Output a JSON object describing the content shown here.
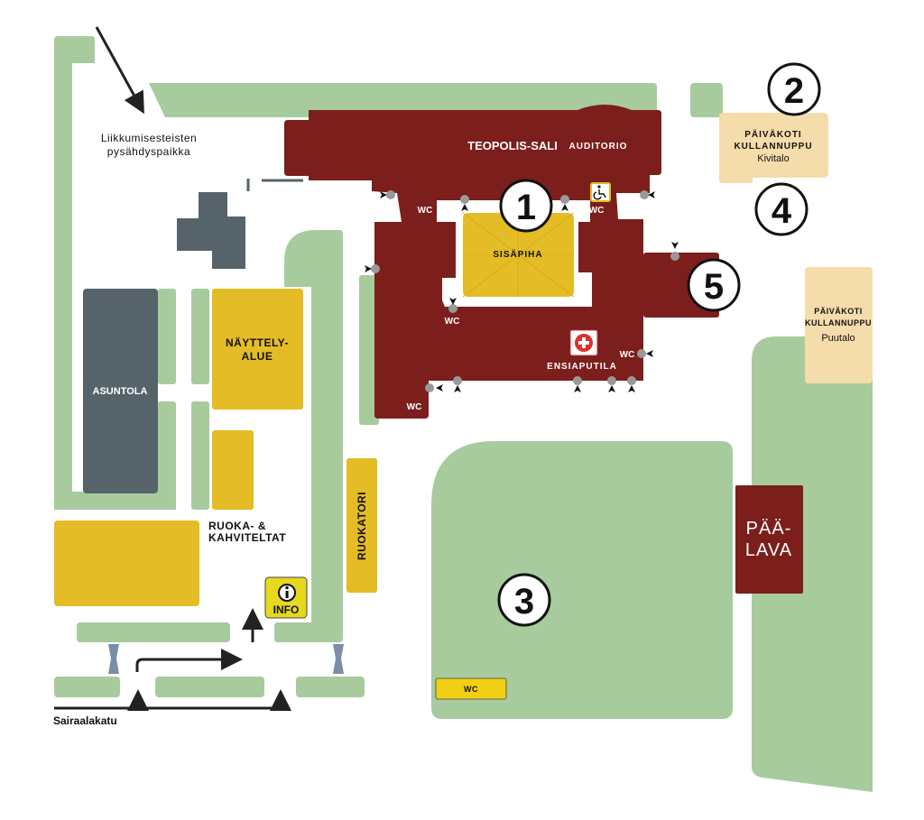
{
  "colors": {
    "green": "#a8cb9d",
    "maroon": "#7b1e1c",
    "yellow": "#e4bc26",
    "slate": "#56636a",
    "beige": "#f5dcab",
    "info": "#e6d81e",
    "wc_yellow": "#f2cf14"
  },
  "labels": {
    "parking_line1": "Liikkumisesteisten",
    "parking_line2": "pysähdyspaikka",
    "teopolis": "TEOPOLIS-SALI",
    "auditorio": "AUDITORIO",
    "sisapiha": "SISÄPIHA",
    "ensiaputila": "ENSIAPUTILA",
    "wc": "WC",
    "asuntola": "ASUNTOLA",
    "nayttely_line1": "NÄYTTELY-",
    "nayttely_line2": "ALUE",
    "ruoka_line1": "RUOKA- &",
    "ruoka_line2": "KAHVITELTAT",
    "ruokatori": "RUOKATORI",
    "info": "INFO",
    "sairaalakatu": "Sairaalakatu",
    "paalava_line1": "PÄÄ-",
    "paalava_line2": "LAVA",
    "kivitalo_line1": "PÄIVÄKOTI",
    "kivitalo_line2": "KULLANNUPPU",
    "kivitalo_line3": "Kivitalo",
    "puutalo_line1": "PÄIVÄKOTI",
    "puutalo_line2": "KULLANNUPPU",
    "puutalo_line3": "Puutalo"
  },
  "markers": {
    "m1": "1",
    "m2": "2",
    "m3": "3",
    "m4": "4",
    "m5": "5"
  },
  "icons": [
    "wheelchair-icon",
    "first-aid-icon",
    "info-icon",
    "entrance-arrow-icon"
  ]
}
